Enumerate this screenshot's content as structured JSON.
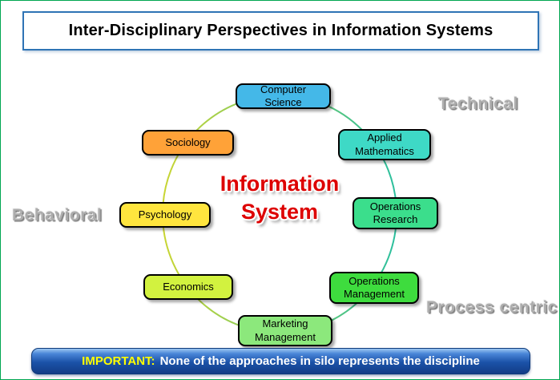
{
  "frame": {
    "border_color": "#00A651"
  },
  "title": {
    "text": "Inter-Disciplinary Perspectives in Information Systems",
    "border_color": "#2F74B5"
  },
  "diagram": {
    "center": {
      "line1": "Information",
      "line2": "System",
      "color": "#DD0000"
    },
    "ring": {
      "start_color": "#C9D532",
      "end_color": "#2BBF9E"
    },
    "nodes": [
      {
        "label": "Computer Science",
        "color": "#44B8E8"
      },
      {
        "label": "Applied Mathematics",
        "color": "#3ED9C6"
      },
      {
        "label": "Operations Research",
        "color": "#3BDE8C"
      },
      {
        "label": "Operations Management",
        "color": "#3EDC3E"
      },
      {
        "label": "Marketing Management",
        "color": "#8CE87C"
      },
      {
        "label": "Economics",
        "color": "#D2F23F"
      },
      {
        "label": "Psychology",
        "color": "#FFE53E"
      },
      {
        "label": "Sociology",
        "color": "#FFA238"
      }
    ],
    "group_labels": [
      {
        "text": "Technical"
      },
      {
        "text": "Behavioral"
      },
      {
        "text": "Process centric"
      }
    ]
  },
  "footer": {
    "highlight": "IMPORTANT:",
    "highlight_color": "#FFFF00",
    "text": "None of the approaches in silo represents the discipline"
  }
}
